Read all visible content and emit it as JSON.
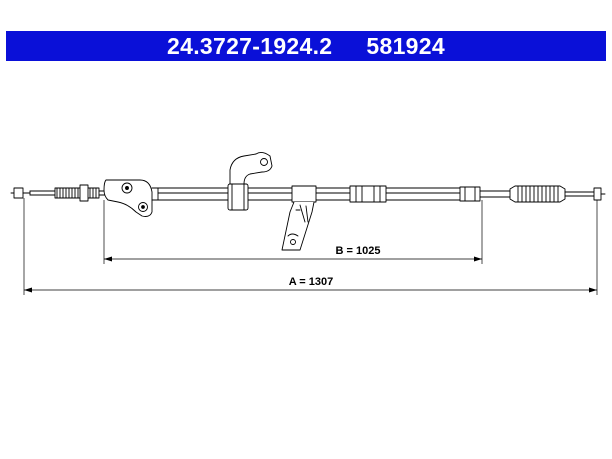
{
  "header": {
    "part_number": "24.3727-1924.2",
    "code": "581924",
    "background": "#0a10d8",
    "text_color": "#ffffff"
  },
  "dimensions": {
    "a": "A = 1307",
    "b": "B = 1025"
  },
  "colors": {
    "line": "#000000",
    "background": "#ffffff"
  }
}
